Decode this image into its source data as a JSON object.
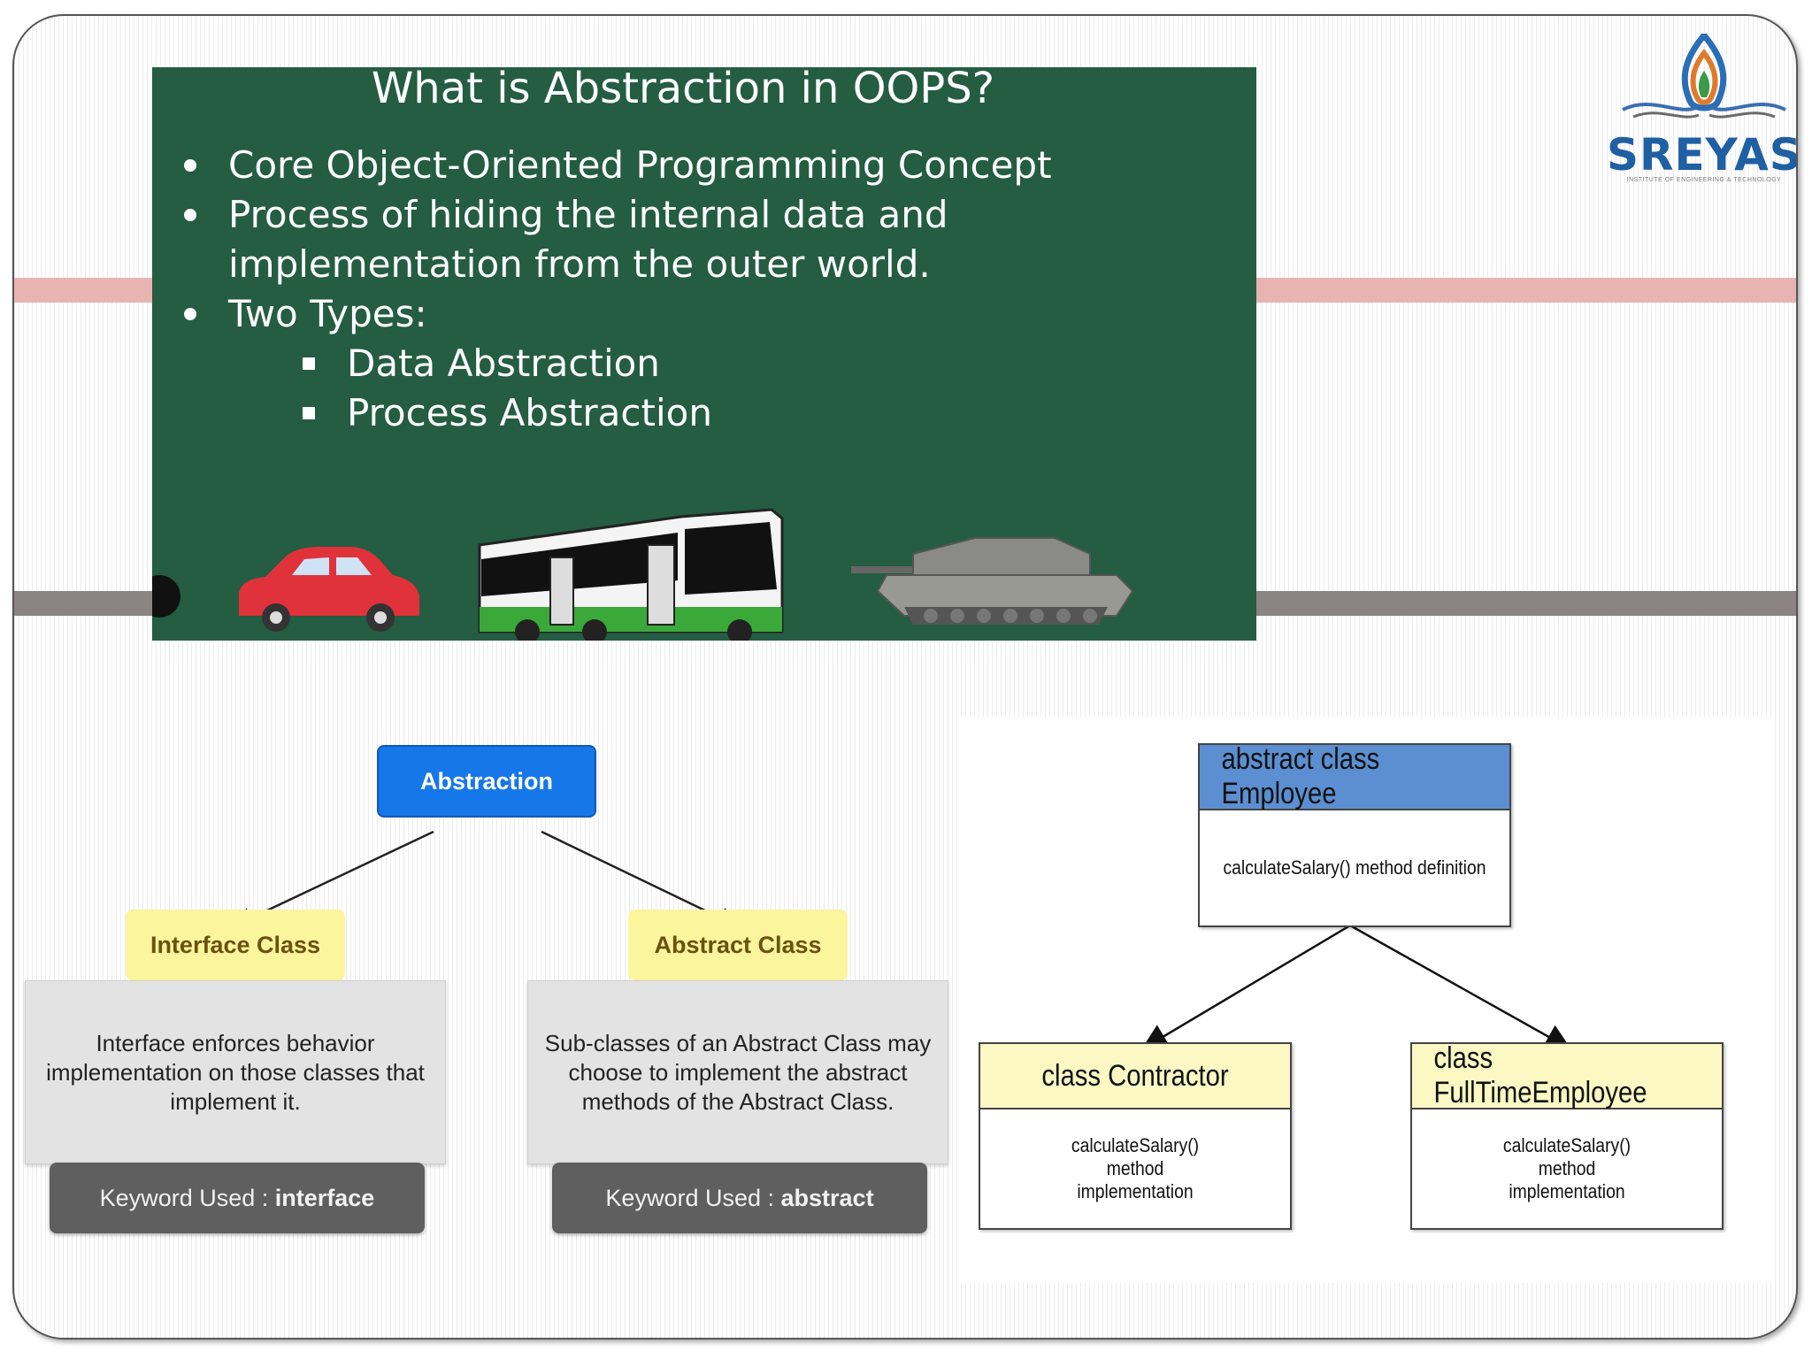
{
  "slide": {
    "heading": "What is Abstraction in OOPS?",
    "bullets": [
      "Core Object-Oriented Programming Concept",
      "Process of hiding the internal data and",
      "implementation from the outer world.",
      "Two Types:"
    ],
    "sub_bullets": [
      "Data Abstraction",
      "Process Abstraction"
    ]
  },
  "logo": {
    "text": "SREYAS",
    "tagline": "INSTITUTE OF ENGINEERING & TECHNOLOGY"
  },
  "left_diagram": {
    "root": "Abstraction",
    "interface": {
      "title": "Interface Class",
      "description": "Interface enforces behavior implementation on those classes that implement it.",
      "keyword_label": "Keyword Used : ",
      "keyword": "interface"
    },
    "abstract": {
      "title": "Abstract Class",
      "description": "Sub-classes of an Abstract Class may choose to implement the abstract methods of the Abstract Class.",
      "keyword_label": "Keyword Used : ",
      "keyword": "abstract"
    }
  },
  "uml": {
    "parent": {
      "name": "abstract class Employee",
      "body": "calculateSalary() method definition"
    },
    "child1": {
      "name": "class Contractor",
      "body": "calculateSalary() method implementation"
    },
    "child2": {
      "name": "class FullTimeEmployee",
      "body": "calculateSalary() method implementation"
    }
  },
  "colors": {
    "panel_green": "#245d42",
    "abstraction_blue": "#1677e8",
    "yellow": "#fbf59d",
    "uml_parent_head": "#5b8fd1",
    "uml_child_head": "#fbf8c4",
    "logo_blue": "#1f5fa3"
  }
}
